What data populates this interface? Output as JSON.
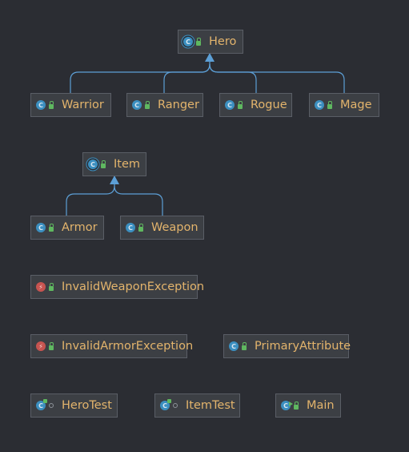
{
  "colors": {
    "background": "#2b2d33",
    "node_fill": "#3c3f44",
    "node_border": "#5a5e66",
    "label": "#e3b46c",
    "edge": "#5c9fd6"
  },
  "nodes": {
    "hero": {
      "label": "Hero",
      "icon": "abstract-class-icon",
      "visibility": "public"
    },
    "warrior": {
      "label": "Warrior",
      "icon": "class-icon",
      "visibility": "public"
    },
    "ranger": {
      "label": "Ranger",
      "icon": "class-icon",
      "visibility": "public"
    },
    "rogue": {
      "label": "Rogue",
      "icon": "class-icon",
      "visibility": "public"
    },
    "mage": {
      "label": "Mage",
      "icon": "class-icon",
      "visibility": "public"
    },
    "item": {
      "label": "Item",
      "icon": "abstract-class-icon",
      "visibility": "public"
    },
    "armor": {
      "label": "Armor",
      "icon": "class-icon",
      "visibility": "public"
    },
    "weapon": {
      "label": "Weapon",
      "icon": "class-icon",
      "visibility": "public"
    },
    "invalid_weapon": {
      "label": "InvalidWeaponException",
      "icon": "exception-class-icon",
      "visibility": "public"
    },
    "invalid_armor": {
      "label": "InvalidArmorException",
      "icon": "exception-class-icon",
      "visibility": "public"
    },
    "primary_attribute": {
      "label": "PrimaryAttribute",
      "icon": "class-icon",
      "visibility": "public"
    },
    "hero_test": {
      "label": "HeroTest",
      "icon": "test-class-icon",
      "visibility": "package-private"
    },
    "item_test": {
      "label": "ItemTest",
      "icon": "test-class-icon",
      "visibility": "package-private"
    },
    "main": {
      "label": "Main",
      "icon": "main-class-icon",
      "visibility": "public"
    }
  },
  "edges": [
    {
      "from": "warrior",
      "to": "hero",
      "kind": "extends"
    },
    {
      "from": "ranger",
      "to": "hero",
      "kind": "extends"
    },
    {
      "from": "rogue",
      "to": "hero",
      "kind": "extends"
    },
    {
      "from": "mage",
      "to": "hero",
      "kind": "extends"
    },
    {
      "from": "armor",
      "to": "item",
      "kind": "extends"
    },
    {
      "from": "weapon",
      "to": "item",
      "kind": "extends"
    }
  ]
}
